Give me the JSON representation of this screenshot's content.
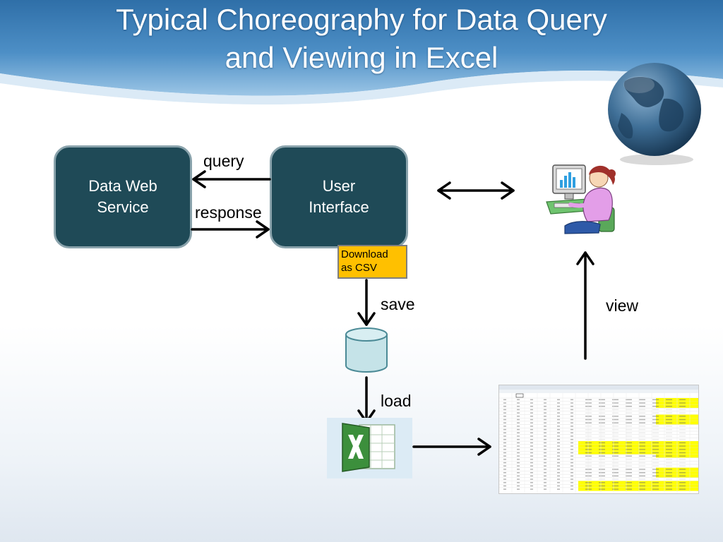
{
  "slide": {
    "title_line1": "Typical Choreography for Data Query",
    "title_line2": "and Viewing  in Excel"
  },
  "nodes": {
    "data_web_service": {
      "line1": "Data Web",
      "line2": "Service"
    },
    "user_interface": {
      "line1": "User",
      "line2": "Interface"
    }
  },
  "labels": {
    "query": "query",
    "response": "response",
    "save": "save",
    "load": "load",
    "view": "view"
  },
  "download_button": {
    "line1": "Download",
    "line2": "as CSV"
  },
  "icons": {
    "globe": "globe-icon",
    "user": "user-at-computer-icon",
    "database": "database-cylinder-icon",
    "excel": "excel-icon",
    "spreadsheet": "spreadsheet-screenshot"
  },
  "colors": {
    "node_fill": "#1f4a57",
    "node_border": "#8aa3ac",
    "download_fill": "#ffc000",
    "database_fill": "#c5e3e8",
    "spreadsheet_highlight": "#ffff00"
  }
}
